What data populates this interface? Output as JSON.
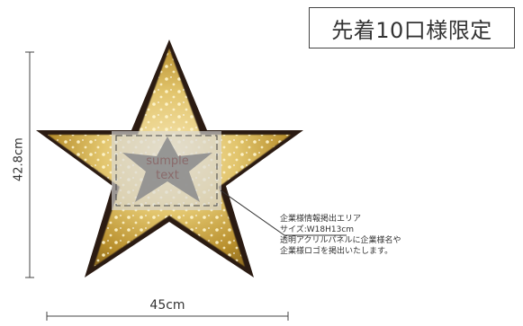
{
  "badge": {
    "text": "先着10口様限定"
  },
  "dimensions": {
    "height": "42.8cm",
    "width": "45cm"
  },
  "sample": {
    "line1": "sumple",
    "line2": "text"
  },
  "callout": {
    "line1": "企業様情報掲出エリア",
    "line2": "サイズ:W18H13cm",
    "line3": "透明アクリルパネルに企業様名や",
    "line4": "企業様ロゴを掲出いたします。"
  },
  "colors": {
    "gold": "#d6b65a",
    "dark_frame": "#2b1b12",
    "gray_star": "#8f8f8f",
    "panel": "#d9d9d9"
  }
}
